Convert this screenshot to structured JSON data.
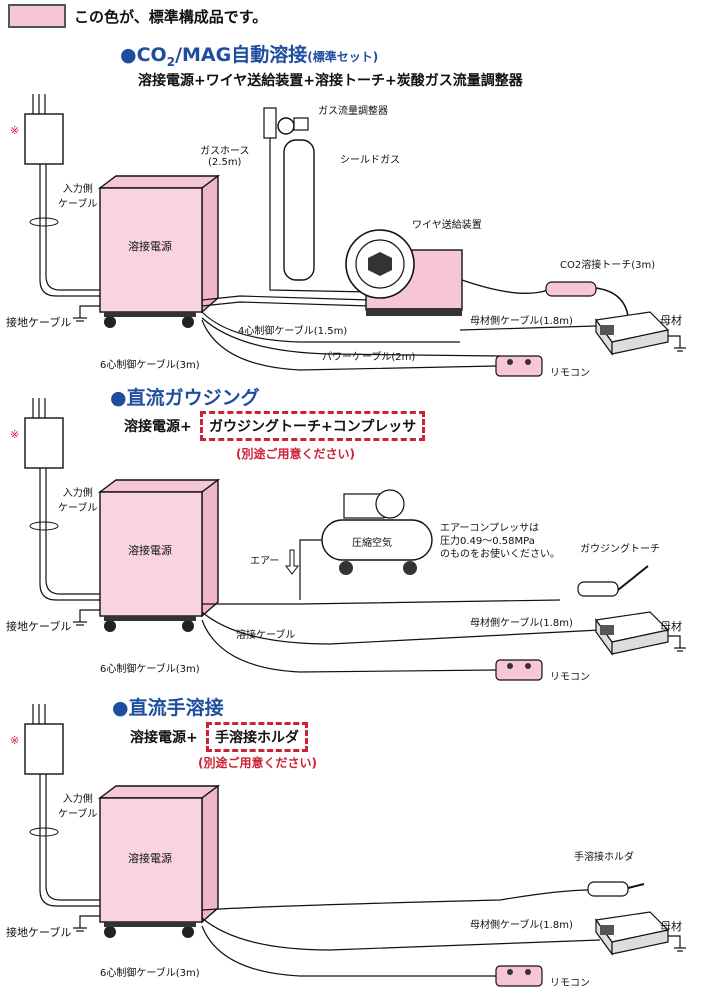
{
  "legend": {
    "text": "この色が、標準構成品です。",
    "color": "#f6c6d6"
  },
  "colors": {
    "accent_blue": "#1f4e9e",
    "accent_red": "#cc2233",
    "standard_pink": "#f6c6d6"
  },
  "asterisk": "※",
  "sections": [
    {
      "title": "CO2/MAG自動溶接",
      "title_parts": {
        "a": "CO",
        "sub": "2",
        "b": "/MAG自動溶接"
      },
      "title_note": "(標準セット)",
      "subtitle": "溶接電源+ワイヤ送給装置+溶接トーチ+炭酸ガス流量調整器",
      "labels": {
        "input_cable": "入力側\nケーブル",
        "power_source": "溶接電源",
        "ground_cable": "接地ケーブル",
        "gas_regulator": "ガス流量調整器",
        "gas_hose": "ガスホース\n(2.5m)",
        "shield_gas": "シールドガス",
        "wire_feeder": "ワイヤ送給装置",
        "torch": "CO2溶接トーチ(3m)",
        "base_metal": "母材",
        "base_cable": "母材側ケーブル(1.8m)",
        "control_cable_4": "4心制御ケーブル(1.5m)",
        "power_cable": "パワーケーブル(2m)",
        "control_cable_6": "6心制御ケーブル(3m)",
        "remote": "リモコン"
      }
    },
    {
      "title": "直流ガウジング",
      "prefix": "溶接電源+",
      "boxed": "ガウジングトーチ+コンプレッサ",
      "note": "(別途ご用意ください)",
      "labels": {
        "input_cable": "入力側\nケーブル",
        "power_source": "溶接電源",
        "ground_cable": "接地ケーブル",
        "compressed_air": "圧縮空気",
        "air": "エアー",
        "compressor_note": "エアーコンプレッサは\n圧力0.49〜0.58MPa\nのものをお使いください。",
        "gouging_torch": "ガウジングトーチ",
        "welding_cable": "溶接ケーブル",
        "base_cable": "母材側ケーブル(1.8m)",
        "base_metal": "母材",
        "control_cable_6": "6心制御ケーブル(3m)",
        "remote": "リモコン"
      }
    },
    {
      "title": "直流手溶接",
      "prefix": "溶接電源+",
      "boxed": "手溶接ホルダ",
      "note": "(別途ご用意ください)",
      "labels": {
        "input_cable": "入力側\nケーブル",
        "power_source": "溶接電源",
        "ground_cable": "接地ケーブル",
        "holder": "手溶接ホルダ",
        "base_cable": "母材側ケーブル(1.8m)",
        "base_metal": "母材",
        "control_cable_6": "6心制御ケーブル(3m)",
        "remote": "リモコン"
      }
    }
  ]
}
